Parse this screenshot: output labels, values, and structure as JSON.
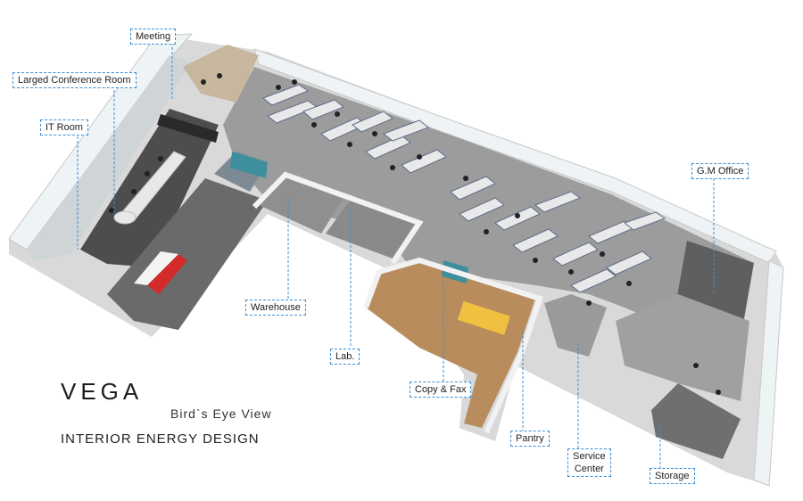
{
  "brand": {
    "name": "VEGA",
    "subtitle": "Bird`s Eye View",
    "company": "INTERIOR ENERGY DESIGN"
  },
  "rooms": {
    "meeting": "Meeting",
    "conference": "Larged Conference Room",
    "it_room": "IT Room",
    "warehouse": "Warehouse",
    "lab": "Lab.",
    "copy_fax": "Copy & Fax",
    "pantry": "Pantry",
    "service_center": "Service\nCenter",
    "storage": "Storage",
    "gm_office": "G.M Office"
  },
  "colors": {
    "callout_border": "#3a8fd6",
    "wall": "#ececec",
    "floor": "#9a9a9a",
    "carpet": "#5a5a5a",
    "wood": "#b88c5c",
    "accent_red": "#d32a2a",
    "accent_teal": "#3e8f9e",
    "window": "#e6eef2"
  }
}
